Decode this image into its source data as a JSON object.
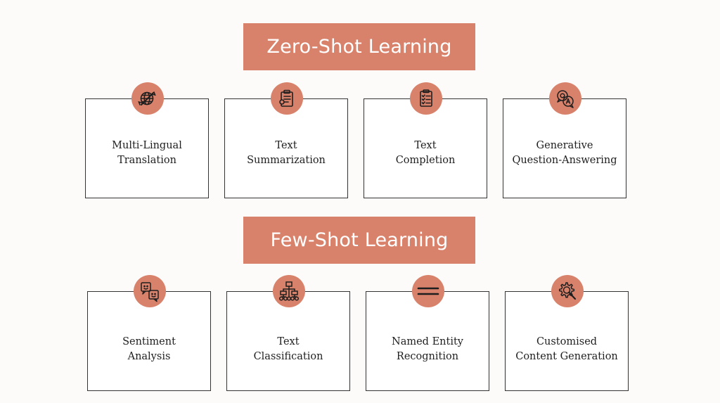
{
  "zero_shot": {
    "title": "Zero-Shot Learning",
    "items": [
      {
        "line1": "Multi-Lingual",
        "line2": "Translation",
        "icon": "globe-translate-icon"
      },
      {
        "line1": "Text",
        "line2": "Summarization",
        "icon": "clipboard-icon"
      },
      {
        "line1": "Text",
        "line2": "Completion",
        "icon": "checklist-icon"
      },
      {
        "line1": "Generative",
        "line2": "Question-Answering",
        "icon": "question-answer-icon"
      }
    ]
  },
  "few_shot": {
    "title": "Few-Shot Learning",
    "items": [
      {
        "line1": "Sentiment",
        "line2": "Analysis",
        "icon": "emoji-chat-icon"
      },
      {
        "line1": "Text",
        "line2": "Classification",
        "icon": "hierarchy-icon"
      },
      {
        "line1": "Named Entity",
        "line2": "Recognition",
        "icon": "equals-icon"
      },
      {
        "line1": "Customised",
        "line2": "Content Generation",
        "icon": "gear-search-icon"
      }
    ]
  },
  "colors": {
    "accent": "#d9826b",
    "border": "#333333",
    "text": "#1e1e1e"
  }
}
